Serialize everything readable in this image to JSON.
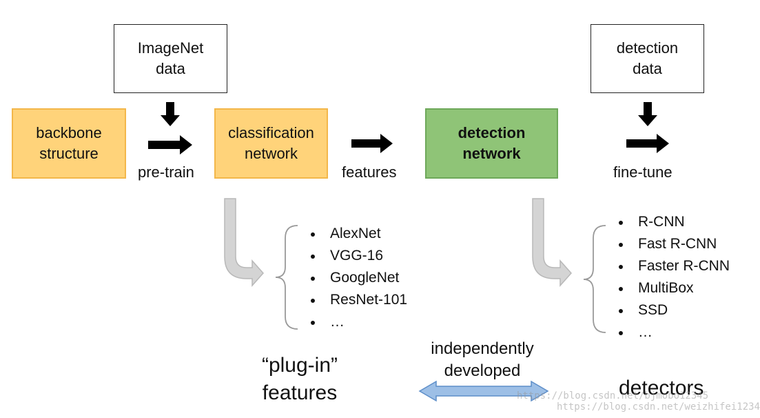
{
  "boxes": {
    "imagenet_data": [
      "ImageNet",
      "data"
    ],
    "detection_data": [
      "detection",
      "data"
    ],
    "backbone": [
      "backbone",
      "structure"
    ],
    "classification": [
      "classification",
      "network"
    ],
    "detection_network": [
      "detection",
      "network"
    ]
  },
  "labels": {
    "pretrain": "pre-train",
    "features": "features",
    "finetune": "fine-tune"
  },
  "backbones": [
    "AlexNet",
    "VGG-16",
    "GoogleNet",
    "ResNet-101",
    "…"
  ],
  "detectors": [
    "R-CNN",
    "Fast R-CNN",
    "Faster R-CNN",
    "MultiBox",
    "SSD",
    "…"
  ],
  "plugin_features": [
    "“plug-in”",
    "features"
  ],
  "independently_developed": [
    "independently",
    "developed"
  ],
  "detectors_label": "detectors",
  "watermarks": [
    "https://blog.csdn.net/bjmobo12345",
    "https://blog.csdn.net/weizhifei1234"
  ],
  "colors": {
    "orange_fill": "#ffd37a",
    "orange_border": "#f3b74a",
    "green_fill": "#8fc477",
    "gray_arrow": "#c9c9c9",
    "blue_arrow": "#9dbfe6"
  }
}
